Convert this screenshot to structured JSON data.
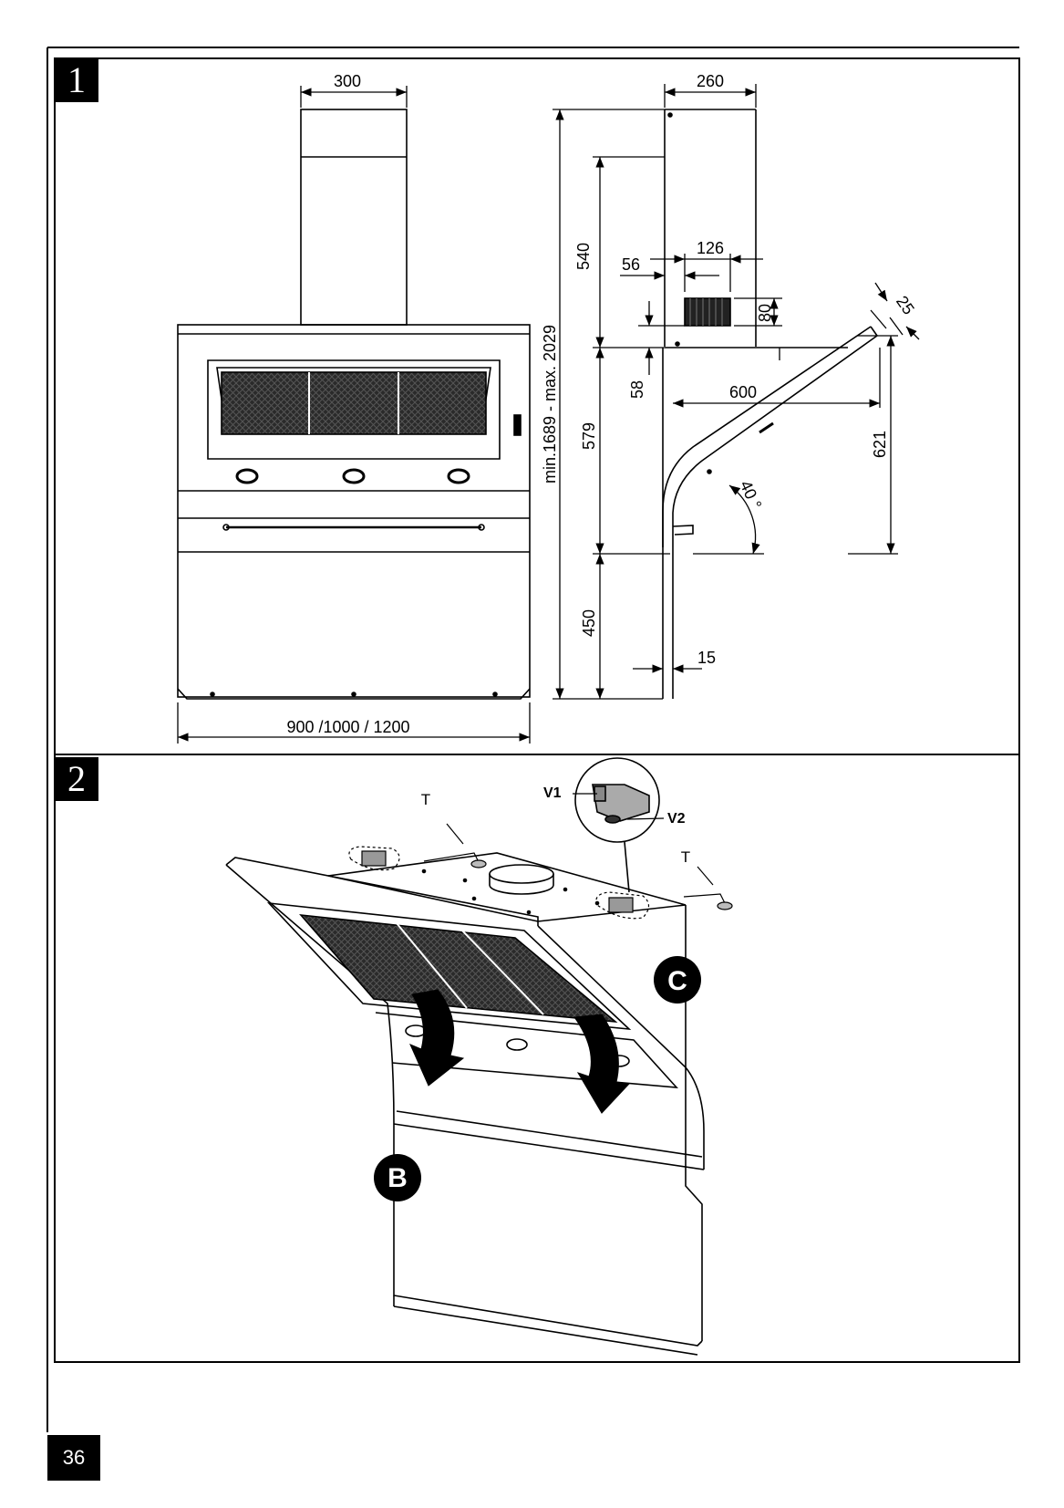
{
  "figures": {
    "fig1": {
      "number": "1"
    },
    "fig2": {
      "number": "2"
    }
  },
  "front_view": {
    "chimney_width": "300",
    "total_width": "900 /1000 / 1200"
  },
  "side_view": {
    "depth_top": "260",
    "chimney_height": "540",
    "outlet_width": "126",
    "outlet_offset": "56",
    "outlet_height": "80",
    "outlet_bottom_offset": "58",
    "overall_height": "min.1689 - max. 2029",
    "body_height": "579",
    "lower_height": "450",
    "panel_thickness": "15",
    "canopy_projection": "600",
    "canopy_height": "621",
    "canopy_edge": "25",
    "canopy_angle": "40 °"
  },
  "assembly": {
    "screw_v1": "V1",
    "screw_v2": "V2",
    "bracket_t_left": "T",
    "bracket_t_right": "T",
    "part_b": "B",
    "part_c": "C"
  },
  "footer": {
    "page_number": "36"
  }
}
